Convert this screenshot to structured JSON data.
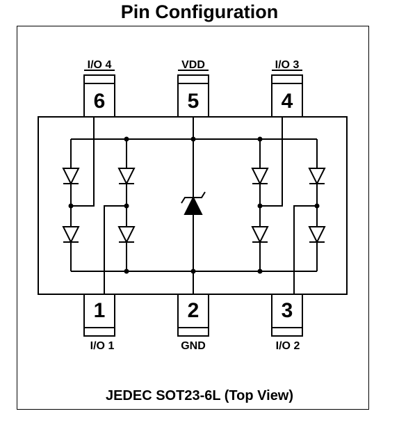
{
  "title": "Pin Configuration",
  "caption": "JEDEC SOT23-6L (Top View)",
  "pins": {
    "p6": {
      "number": "6",
      "label": "I/O 4"
    },
    "p5": {
      "number": "5",
      "label": "VDD"
    },
    "p4": {
      "number": "4",
      "label": "I/O 3"
    },
    "p1": {
      "number": "1",
      "label": "I/O 1"
    },
    "p2": {
      "number": "2",
      "label": "GND"
    },
    "p3": {
      "number": "3",
      "label": "I/O 2"
    }
  }
}
